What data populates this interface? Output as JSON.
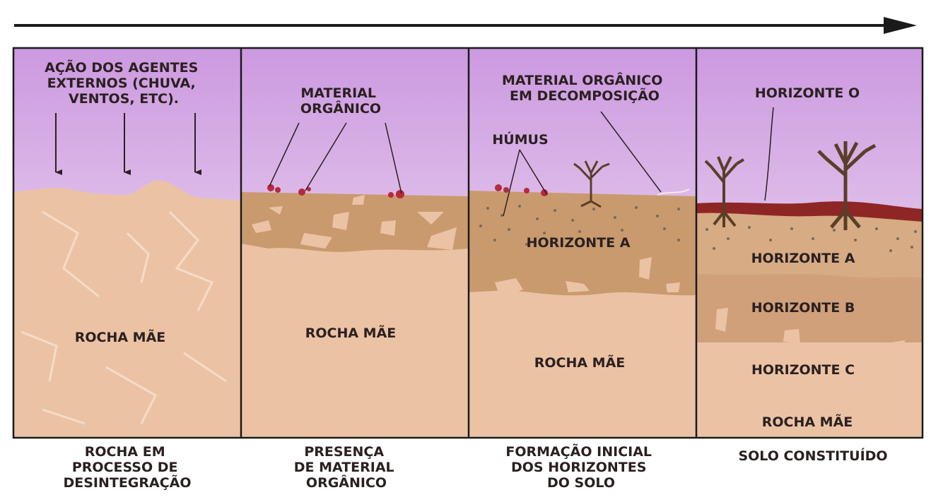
{
  "colors": {
    "sky_top": "#cc99e0",
    "sky_bottom": "#f4e6f4",
    "rock": "#ebc3a4",
    "soil": "#c99a6e",
    "horizon_b": "#d7ab83",
    "horizon_o": "#8e2626",
    "ink": "#2b2020"
  },
  "panels": [
    {
      "id": "p1",
      "annotation": [
        "AÇÃO DOS AGENTES",
        "EXTERNOS (CHUVA,",
        "VENTOS, ETC)."
      ],
      "labels": [
        "ROCHA MÃE"
      ],
      "caption": [
        "ROCHA EM",
        "PROCESSO DE",
        "DESINTEGRAÇÃO"
      ]
    },
    {
      "id": "p2",
      "annotation": [
        "MATERIAL",
        "ORGÂNICO"
      ],
      "labels": [
        "ROCHA MÃE"
      ],
      "caption": [
        "PRESENÇA",
        "DE MATERIAL",
        "ORGÂNICO"
      ]
    },
    {
      "id": "p3",
      "annotation": [
        "MATERIAL ORGÂNICO",
        "EM DECOMPOSIÇÃO"
      ],
      "annotation2": "HÚMUS",
      "labels": [
        "HORIZONTE A",
        "ROCHA MÃE"
      ],
      "caption": [
        "FORMAÇÃO INICIAL",
        "DOS HORIZONTES",
        "DO SOLO"
      ]
    },
    {
      "id": "p4",
      "annotation": [
        "HORIZONTE O"
      ],
      "labels": [
        "HORIZONTE A",
        "HORIZONTE B",
        "HORIZONTE C",
        "ROCHA MÃE"
      ],
      "caption": [
        "SOLO CONSTITUÍDO"
      ]
    }
  ]
}
